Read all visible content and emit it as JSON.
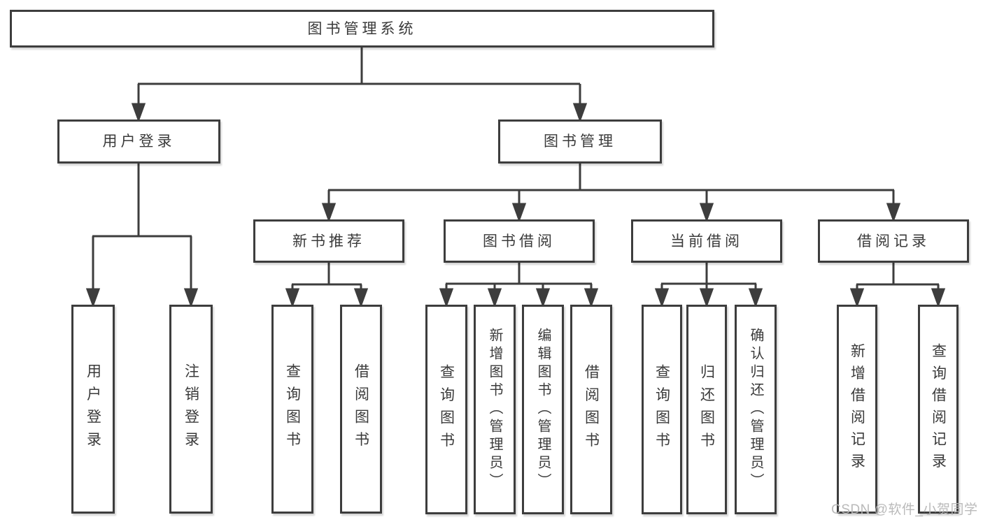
{
  "colors": {
    "line": "#3d3d3d",
    "box_border": "#3d3d3d",
    "box_background": "#ffffff",
    "text": "#3a3a3a",
    "watermark": "#b6b6b6"
  },
  "watermark": {
    "text": "CSDN @软件_小贺同学"
  },
  "tree": {
    "root": {
      "label": "图书管理系统"
    },
    "level2": [
      {
        "label": "用户登录",
        "children": [
          {
            "label": "用户登录"
          },
          {
            "label": "注销登录"
          }
        ]
      },
      {
        "label": "图书管理",
        "children": [
          {
            "label": "新书推荐",
            "children": [
              {
                "label": "查询图书"
              },
              {
                "label": "借阅图书"
              }
            ]
          },
          {
            "label": "图书借阅",
            "children": [
              {
                "label": "查询图书"
              },
              {
                "label": "新增图书（管理员）"
              },
              {
                "label": "编辑图书（管理员）"
              },
              {
                "label": "借阅图书"
              }
            ]
          },
          {
            "label": "当前借阅",
            "children": [
              {
                "label": "查询图书"
              },
              {
                "label": "归还图书"
              },
              {
                "label": "确认归还（管理员）"
              }
            ]
          },
          {
            "label": "借阅记录",
            "children": [
              {
                "label": "新增借阅记录"
              },
              {
                "label": "查询借阅记录"
              }
            ]
          }
        ]
      }
    ]
  }
}
